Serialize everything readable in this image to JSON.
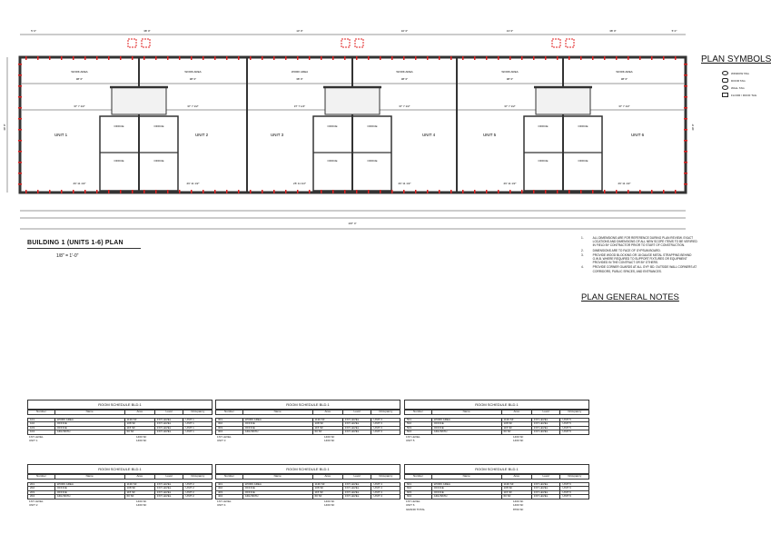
{
  "plan": {
    "title": "BUILDING 1 (UNITS 1-6) PLAN",
    "scale": "1/8\" = 1'-0\"",
    "units": [
      "UNIT 1",
      "UNIT 2",
      "UNIT 3",
      "UNIT 4",
      "UNIT 5",
      "UNIT 6"
    ],
    "work_area_label": "WORK AREA",
    "office_label": "OFFICE",
    "dims_top": [
      "5' 0\"",
      "38' 0\"",
      "13' 0\"",
      "10' 0\"",
      "13' 0\"",
      "38' 0\"",
      "5' 0\""
    ],
    "dim_work": "38' 0\"",
    "dim_mid": "37' 7 1/2\"",
    "dim_bottom": "26' 11 1/2\"",
    "overall": "197' 4\"",
    "height": "40' 0\""
  },
  "symbols": {
    "title": "PLAN SYMBOLS",
    "items": [
      "WINDOW TAG",
      "DOOR TAG",
      "WALL TAG",
      "FLOOR / ROOF TAG"
    ]
  },
  "notes": {
    "title": "PLAN GENERAL NOTES",
    "items": [
      {
        "n": "1.",
        "t": "ALL DIMENSIONS ARE FOR REFERENCE DURING PLAN REVIEW. EXACT LOCATIONS AND DIMENSIONS OF ALL NEW SCOPE ITEMS TO BE VERIFIED IN FIELD BY CONTRACTOR PRIOR TO START OF CONSTRUCTION."
      },
      {
        "n": "2.",
        "t": "DIMENSIONS ARE TO FACE OF GYPSUM BOARD."
      },
      {
        "n": "3.",
        "t": "PROVIDE WOOD BLOCKING OR 18 GAUGE METAL STRAPPING BEHIND G.W.B. WHERE REQUIRED TO SUPPORT FIXTURES OR EQUIPMENT PROVIDED IN THE CONTRACT OR BY OTHERS."
      },
      {
        "n": "4.",
        "t": "PROVIDE CORNER GUARDS AT ALL GYP. BD. OUTSIDE WALL CORNERS AT CORRIDORS, PUBLIC SPACES, AND ENTRANCES."
      }
    ]
  },
  "schedules": [
    {
      "title": "ROOM SCHEDULE BLD.1",
      "cols": [
        "Number",
        "Name",
        "Area",
        "Level",
        "Occupancy"
      ],
      "rows": [
        [
          "101",
          "WORK AREA",
          "1130 SF",
          "1ST LEVEL",
          "UNIT 1"
        ],
        [
          "102",
          "OFFICE",
          "108 SF",
          "1ST LEVEL",
          "UNIT 1"
        ],
        [
          "103",
          "OFFICE",
          "115 SF",
          "1ST LEVEL",
          "UNIT 1"
        ],
        [
          "104",
          "ADA BATH",
          "60 SF",
          "1ST LEVEL",
          "UNIT 1"
        ]
      ],
      "totals": [
        [
          "1ST LEVEL",
          "1460 SF"
        ],
        [
          "UNIT 1",
          "1460 SF"
        ]
      ]
    },
    {
      "title": "ROOM SCHEDULE BLD.1",
      "cols": [
        "Number",
        "Name",
        "Area",
        "Level",
        "Occupancy"
      ],
      "rows": [
        [
          "301",
          "WORK AREA",
          "1130 SF",
          "1ST LEVEL",
          "UNIT 3"
        ],
        [
          "302",
          "OFFICE",
          "108 SF",
          "1ST LEVEL",
          "UNIT 3"
        ],
        [
          "303",
          "OFFICE",
          "115 SF",
          "1ST LEVEL",
          "UNIT 3"
        ],
        [
          "304",
          "ADA BATH",
          "60 SF",
          "1ST LEVEL",
          "UNIT 3"
        ]
      ],
      "totals": [
        [
          "1ST LEVEL",
          "1460 SF"
        ],
        [
          "UNIT 3",
          "1460 SF"
        ]
      ]
    },
    {
      "title": "ROOM SCHEDULE BLD.1",
      "cols": [
        "Number",
        "Name",
        "Area",
        "Level",
        "Occupancy"
      ],
      "rows": [
        [
          "501",
          "WORK AREA",
          "1130 SF",
          "1ST LEVEL",
          "UNIT 5"
        ],
        [
          "502",
          "OFFICE",
          "108 SF",
          "1ST LEVEL",
          "UNIT 5"
        ],
        [
          "503",
          "OFFICE",
          "115 SF",
          "1ST LEVEL",
          "UNIT 5"
        ],
        [
          "504",
          "ADA BATH",
          "60 SF",
          "1ST LEVEL",
          "UNIT 5"
        ]
      ],
      "totals": [
        [
          "1ST LEVEL",
          "1460 SF"
        ],
        [
          "UNIT 5",
          "1460 SF"
        ]
      ]
    },
    {
      "title": "ROOM SCHEDULE BLD.1",
      "cols": [
        "Number",
        "Name",
        "Area",
        "Level",
        "Occupancy"
      ],
      "rows": [
        [
          "201",
          "WORK AREA",
          "1130 SF",
          "1ST LEVEL",
          "UNIT 2"
        ],
        [
          "202",
          "OFFICE",
          "108 SF",
          "1ST LEVEL",
          "UNIT 2"
        ],
        [
          "203",
          "OFFICE",
          "115 SF",
          "1ST LEVEL",
          "UNIT 2"
        ],
        [
          "204",
          "ADA BATH",
          "60 SF",
          "1ST LEVEL",
          "UNIT 2"
        ]
      ],
      "totals": [
        [
          "1ST LEVEL",
          "1460 SF"
        ],
        [
          "UNIT 2",
          "1460 SF"
        ]
      ]
    },
    {
      "title": "ROOM SCHEDULE BLD.1",
      "cols": [
        "Number",
        "Name",
        "Area",
        "Level",
        "Occupancy"
      ],
      "rows": [
        [
          "401",
          "WORK AREA",
          "1130 SF",
          "1ST LEVEL",
          "UNIT 4"
        ],
        [
          "402",
          "OFFICE",
          "108 SF",
          "1ST LEVEL",
          "UNIT 4"
        ],
        [
          "403",
          "OFFICE",
          "115 SF",
          "1ST LEVEL",
          "UNIT 4"
        ],
        [
          "404",
          "ADA BATH",
          "60 SF",
          "1ST LEVEL",
          "UNIT 4"
        ]
      ],
      "totals": [
        [
          "1ST LEVEL",
          "1460 SF"
        ],
        [
          "UNIT 4",
          "1460 SF"
        ]
      ]
    },
    {
      "title": "ROOM SCHEDULE BLD.1",
      "cols": [
        "Number",
        "Name",
        "Area",
        "Level",
        "Occupancy"
      ],
      "rows": [
        [
          "601",
          "WORK AREA",
          "1130 SF",
          "1ST LEVEL",
          "UNIT 6"
        ],
        [
          "602",
          "OFFICE",
          "108 SF",
          "1ST LEVEL",
          "UNIT 6"
        ],
        [
          "603",
          "OFFICE",
          "115 SF",
          "1ST LEVEL",
          "UNIT 6"
        ],
        [
          "604",
          "ADA BATH",
          "60 SF",
          "1ST LEVEL",
          "UNIT 6"
        ]
      ],
      "totals": [
        [
          "1ST LEVEL",
          "1460 SF"
        ],
        [
          "UNIT 6",
          "1460 SF"
        ],
        [
          "GRAND TOTAL",
          "8760 SF"
        ]
      ]
    }
  ],
  "colors": {
    "wall": "#333333",
    "tag": "#e02020"
  }
}
